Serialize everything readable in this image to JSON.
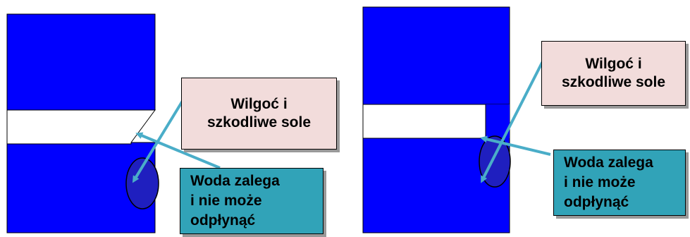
{
  "colors": {
    "wall": "#0000ff",
    "joint": "#ffffff",
    "water": "#1f1fbf",
    "arrow": "#4aadc8",
    "moisture_box": "#f2dcdb",
    "water_box": "#31a3b8"
  },
  "panels": [
    {
      "moisture_label": "Wilgoć i\nszkodliwe sole",
      "water_label": "Woda zalega\ni nie może\nodpłynąć"
    },
    {
      "moisture_label": "Wilgoć i\nszkodliwe sole",
      "water_label": "Woda zalega\ni nie może\nodpłynąć"
    }
  ]
}
